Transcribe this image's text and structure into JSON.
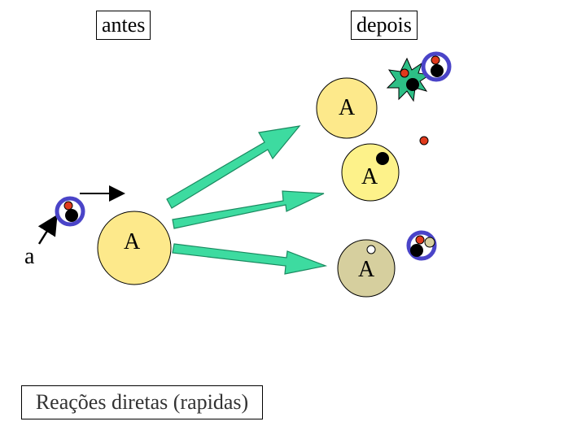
{
  "labels": {
    "before": "antes",
    "after": "depois",
    "caption": "Reações diretas (rapidas)",
    "projectile": "a"
  },
  "nuclei": [
    {
      "label": "A",
      "color": "#fde98b"
    },
    {
      "label": "A",
      "color": "#fde98b"
    },
    {
      "label": "A",
      "color": "#fdf28a"
    },
    {
      "label": "A",
      "color": "#d6cf9e"
    }
  ],
  "colors": {
    "arrow_fill": "#3ddba0",
    "arrow_stroke": "#1a8a60",
    "ring": "#4a44c8",
    "proton": "#e03a1c",
    "neutron": "#000000",
    "burst": "#2dbf86"
  }
}
